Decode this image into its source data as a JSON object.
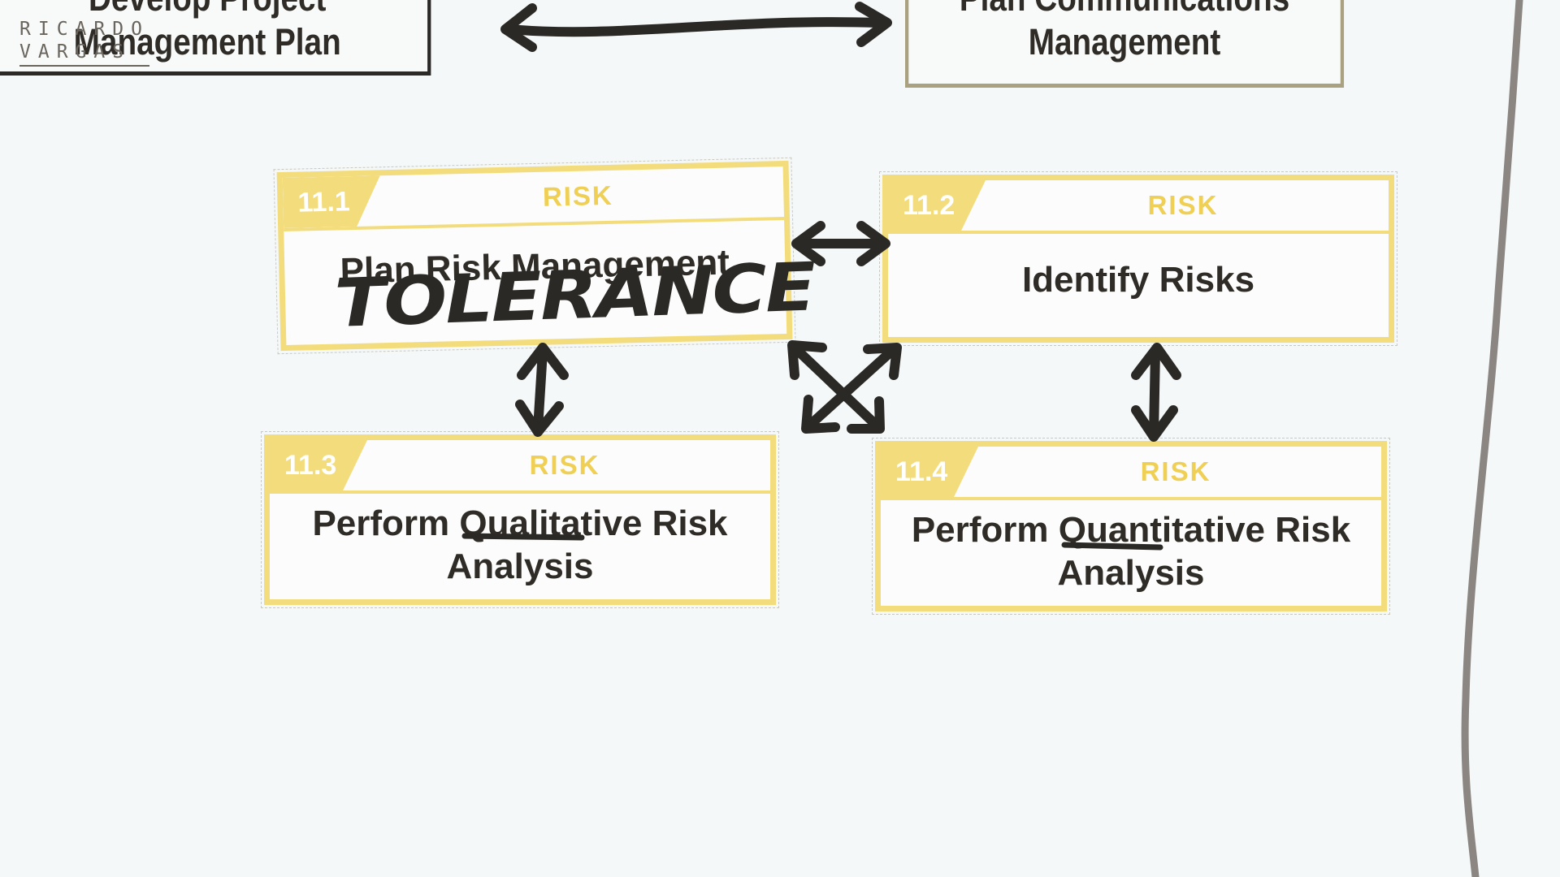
{
  "watermark": {
    "line1": "RICARDO",
    "line2": "VARGAS"
  },
  "top_boxes": {
    "develop_plan": {
      "line1": "Develop Project",
      "line2": "Management Plan"
    },
    "plan_communications": {
      "line1": "Plan Communications",
      "line2": "Management"
    }
  },
  "cards": [
    {
      "number": "11.1",
      "area": "RISK",
      "title": "Plan Risk Management"
    },
    {
      "number": "11.2",
      "area": "RISK",
      "title": "Identify Risks"
    },
    {
      "number": "11.3",
      "area": "RISK",
      "title_line1": "Perform Qualitative Risk",
      "title_line2": "Analysis"
    },
    {
      "number": "11.4",
      "area": "RISK",
      "title_line1": "Perform Quantitative Risk",
      "title_line2": "Analysis"
    }
  ],
  "annotation": {
    "handwritten": "TOLERANCE"
  },
  "colors": {
    "risk_yellow": "#f3dc7c",
    "ink": "#2b2926",
    "box_border_dark": "#2c2a27",
    "box_border_gold": "#a9a180"
  }
}
